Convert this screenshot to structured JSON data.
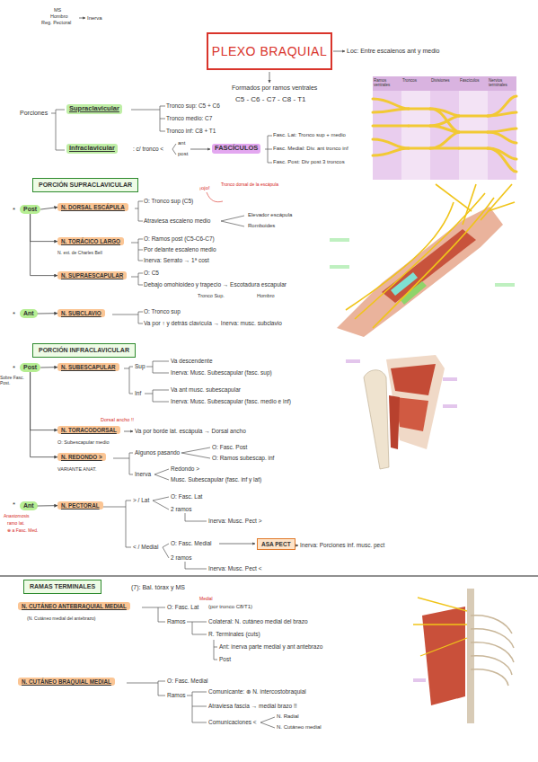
{
  "diagram": {
    "nodes": [
      {
        "text": [
          "PLEXO BRAQUIAL"
        ]
      },
      {
        "text": [
          "Supraclavicular"
        ]
      },
      {
        "text": [
          "Infraclavicular"
        ]
      },
      {
        "text": [
          "FASCÍCULOS"
        ]
      },
      {
        "text": [
          "PORCIÓN SUPRACLAVICULAR"
        ]
      },
      {
        "text": [
          "Post"
        ]
      },
      {
        "text": [
          "N. DORSAL ESCÁPULA"
        ]
      },
      {
        "text": [
          "N. TORÁCICO LARGO"
        ]
      },
      {
        "text": [
          "N. SUPRAESCAPULAR"
        ]
      },
      {
        "text": [
          "Ant"
        ]
      },
      {
        "text": [
          "N. SUBCLAVIO"
        ]
      },
      {
        "text": [
          "PORCIÓN INFRACLAVICULAR"
        ]
      },
      {
        "text": [
          "Post"
        ]
      },
      {
        "text": [
          "N. SUBESCAPULAR"
        ]
      },
      {
        "text": [
          "N. TORACODORSAL"
        ]
      },
      {
        "text": [
          "N. REDONDO >"
        ]
      },
      {
        "text": [
          "Ant"
        ]
      },
      {
        "text": [
          "N. PECTORAL"
        ]
      },
      {
        "text": [
          "ASA PECT"
        ]
      },
      {
        "text": [
          "RAMAS TERMINALES"
        ]
      },
      {
        "text": [
          "N. CUTÁNEO ANTEBRAQUIAL MEDIAL"
        ]
      },
      {
        "text": [
          "N. CUTÁNEO BRAQUIAL MEDIAL"
        ]
      }
    ],
    "edges": [
      {
        "from": 5,
        "to": 6,
        "arrow": "to"
      },
      {
        "from": 5,
        "to": 7,
        "arrow": "to"
      },
      {
        "from": 5,
        "to": 8,
        "arrow": "to"
      },
      {
        "from": 9,
        "to": 10,
        "arrow": "to"
      },
      {
        "from": 12,
        "to": 13,
        "arrow": "to"
      },
      {
        "from": 12,
        "to": 14,
        "arrow": "to"
      },
      {
        "from": 12,
        "to": 15,
        "arrow": "to"
      },
      {
        "from": 16,
        "to": 17,
        "arrow": "to"
      }
    ],
    "labels": [
      "MS",
      "Hombro",
      "Reg. Pectoral",
      "Inerva",
      "Loc: Entre escalenos ant y medio",
      "Formados por ramos ventrales",
      "C5 - C6 - C7 - C8 - T1",
      "Porciones",
      "Tronco sup: C5 + C6",
      "Tronco medio: C7",
      "Tronco inf: C8 + T1",
      ": c/ tronco <",
      "ant",
      "post",
      "Fasc. Lat: Tronco sup + medio",
      "Fasc. Medial: Div. ant tronco inf",
      "Fasc. Post: Div post 3 troncos",
      "Ramos ventrales",
      "Troncos",
      "Divisiones",
      "Fascículos",
      "Nervios terminales",
      "O: Tronco sup (C5)",
      "Atraviesa escaleno medio",
      "Elevador escápula",
      "Romboides",
      "¡ojo!",
      "Tronco dorsal de la escápula",
      "O: Ramos post (C5-C6-C7)",
      "Por delante escaleno medio",
      "Inerva: Serrato → 1ª cost",
      "N. ext. de Charles Bell",
      "O: C5",
      "Debajo omohioideo y trapecio → Escotadura escapular",
      "Tronco Sup.",
      "Hombro",
      "O: Tronco sup",
      "Va por ↑ y detrás clavícula → Inerva: musc. subclavio",
      "Sobre Fasc. Post.",
      "Sup",
      "Va descendente",
      "Inerva: Musc. Subescapular (fasc. sup)",
      "Inf",
      "Va ant musc. subescapular",
      "Inerva: Musc. Subescapular (fasc. medio e inf)",
      "Dorsal ancho !!",
      "O: Subescapular medio",
      "Va por borde lat. escápula → Dorsal ancho",
      "VARIANTE ANAT.",
      "Algunos pasando",
      "O: Fasc. Post",
      "O: Ramos subescap. inf",
      "Inerva",
      "Redondo >",
      "Musc. Subescapular (fasc. inf y lat)",
      "> / Lat",
      "O: Fasc. Lat",
      "2 ramos",
      "Inerva: Musc. Pect >",
      "< / Medial",
      "O: Fasc. Medial",
      "2 ramos",
      "Inerva: Porciones inf. musc. pect",
      "Inerva: Musc. Pect <",
      "Anastomosis",
      "ramo lat.",
      "⊕ a Fasc. Med.",
      "(7): Bal. tórax y MS",
      "(N. Cutáneo medial del antebrazo)",
      "O: Fasc. Lat",
      "Medial",
      "(por tronco C8/T1)",
      "Ramos",
      "Colateral: N. cutáneo medial del brazo",
      "R. Terminales (cuts)",
      "Ant: inerva parte medial y ant antebrazo",
      "Post",
      "O: Fasc. Medial",
      "Ramos",
      "Comunicante: ⊕ N. intercostobraquial",
      "Atraviesa fascia → medial brazo !!",
      "Comunicaciones <",
      "N. Radial",
      "N. Cutáneo medial",
      "*",
      "*",
      "*",
      "*"
    ]
  }
}
